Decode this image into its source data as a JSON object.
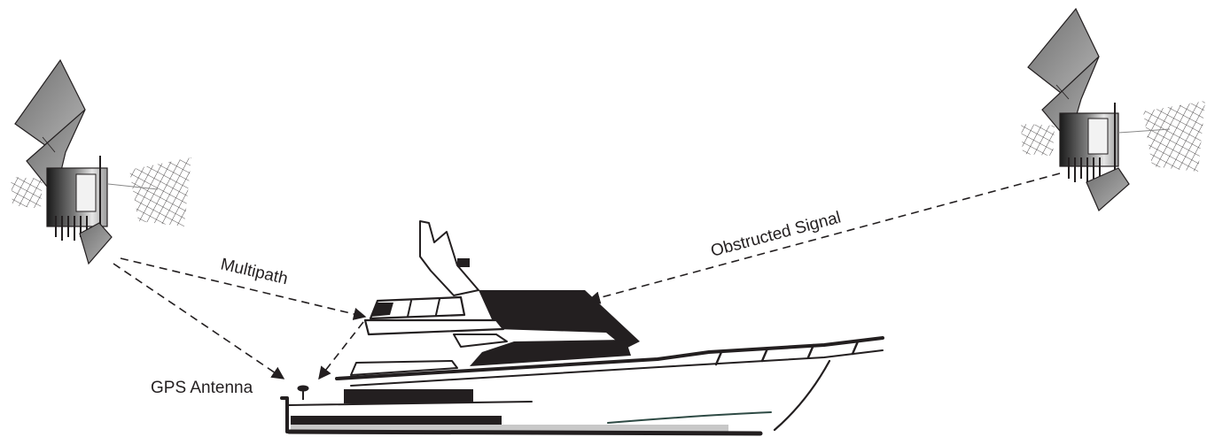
{
  "labels": {
    "multipath": "Multipath",
    "obstructed": "Obstructed Signal",
    "antenna": "GPS Antenna"
  },
  "icons": {
    "left_satellite": "satellite-icon",
    "right_satellite": "satellite-icon",
    "vessel": "yacht-icon",
    "antenna": "antenna-icon"
  },
  "colors": {
    "ink": "#231f20",
    "panel": "#8a8a8a",
    "hull_stripe": "#2e4a44",
    "boot_stripe": "#c8c8c8"
  }
}
